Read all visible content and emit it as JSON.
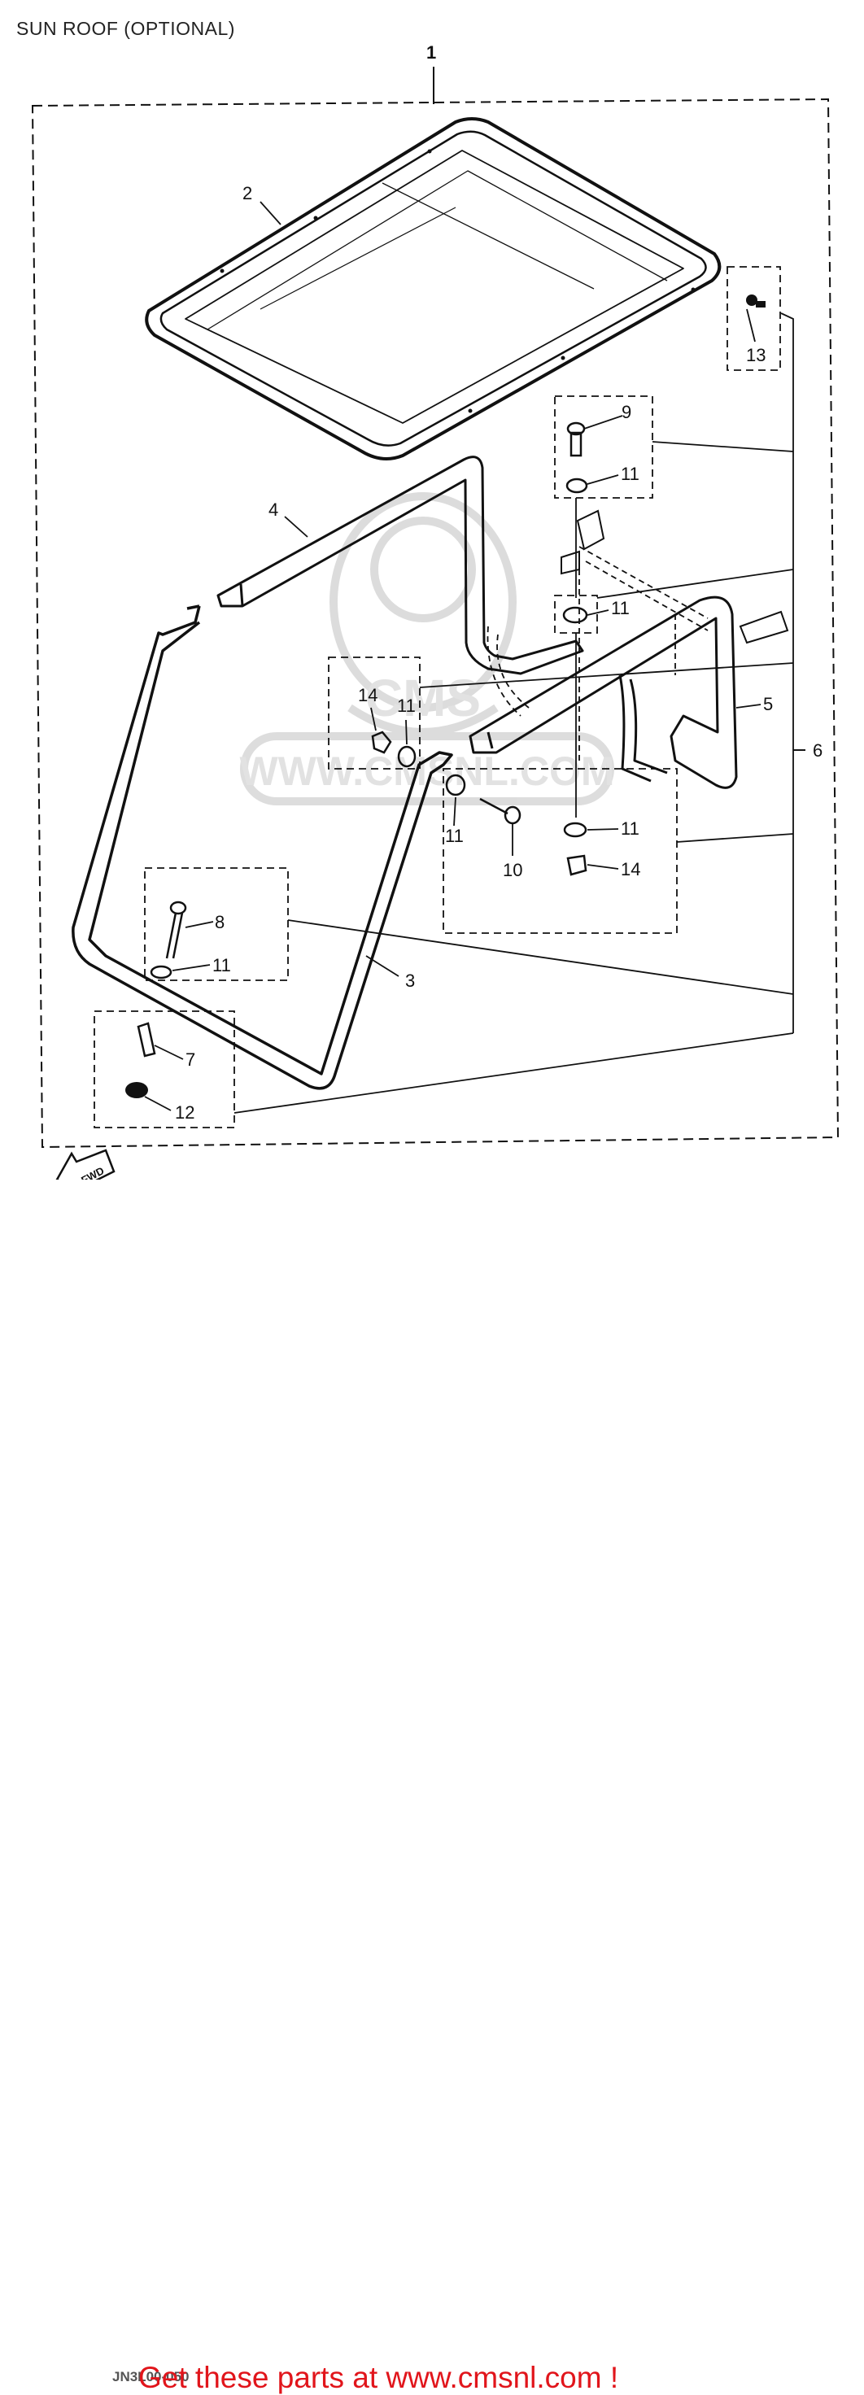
{
  "title": "SUN ROOF (OPTIONAL)",
  "watermark": "WWW.CMSNL.COM",
  "watermark_logo": "CMS",
  "fwd_label": "FWD",
  "part_code": "JN3L00-050",
  "footer_cta": "Get these parts at www.cmsnl.com !",
  "callouts": {
    "c1": "1",
    "c2": "2",
    "c3": "3",
    "c4": "4",
    "c5": "5",
    "c6": "6",
    "c7": "7",
    "c8": "8",
    "c9": "9",
    "c10": "10",
    "c11a": "11",
    "c11b": "11",
    "c11c": "11",
    "c11d": "11",
    "c11e": "11",
    "c11f": "11",
    "c12": "12",
    "c13": "13",
    "c14a": "14",
    "c14b": "14"
  },
  "colors": {
    "line": "#111111",
    "cta": "#e1151b",
    "watermark": "#d9d9d9"
  }
}
